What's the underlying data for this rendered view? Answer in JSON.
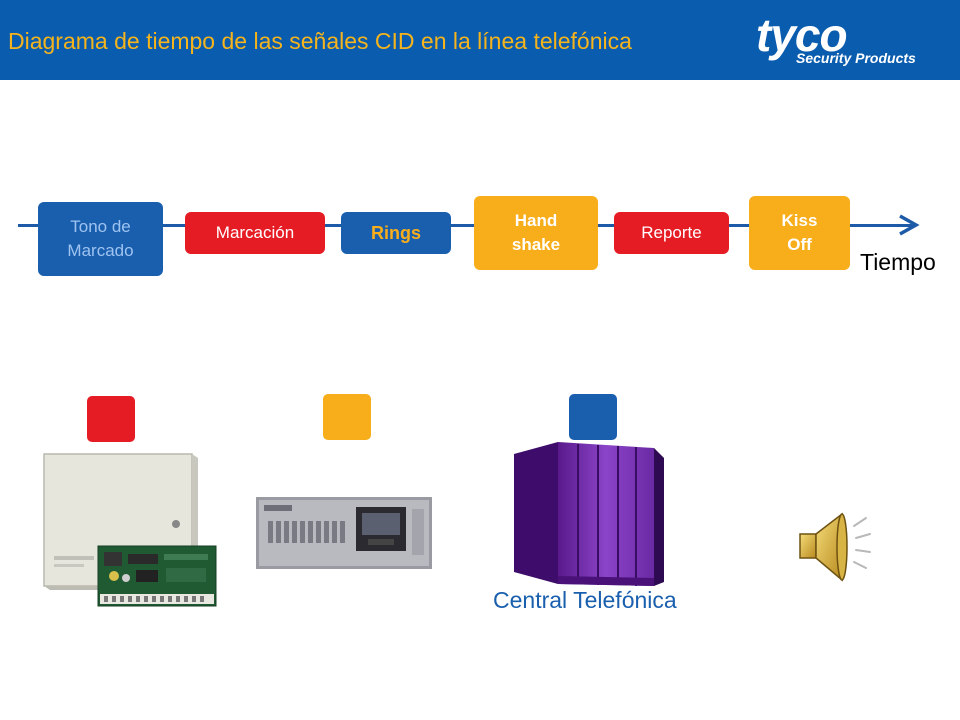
{
  "header": {
    "title": "Diagrama de tiempo de las señales CID en la línea telefónica",
    "logo_word": "tyco",
    "logo_sub": "Security Products",
    "background": "#0a5cae",
    "title_color": "#f5b41c"
  },
  "timeline": {
    "axis_label": "Tiempo",
    "steps": [
      {
        "label_line1": "Tono de",
        "label_line2": "Marcado",
        "color": "#1a5fae",
        "text_color": "#9ec3f0"
      },
      {
        "label_line1": "Marcación",
        "color": "#e61c24"
      },
      {
        "label_line1": "Rings",
        "color": "#1a5fae",
        "text_color": "#f8ad1a"
      },
      {
        "label_line1": "Hand",
        "label_line2": "shake",
        "color": "#f8ad1a"
      },
      {
        "label_line1": "Reporte",
        "color": "#e61c24"
      },
      {
        "label_line1": "Kiss",
        "label_line2": "Off",
        "color": "#f8ad1a"
      }
    ]
  },
  "devices": {
    "markers": [
      {
        "name": "panel",
        "color": "#e61c24"
      },
      {
        "name": "receiver",
        "color": "#f8ad1a"
      },
      {
        "name": "central",
        "color": "#1a5fae"
      }
    ],
    "central_label": "Central Telefónica",
    "icons": [
      "alarm-panel-icon",
      "receiver-icon",
      "telephone-exchange-icon",
      "speaker-icon"
    ]
  }
}
